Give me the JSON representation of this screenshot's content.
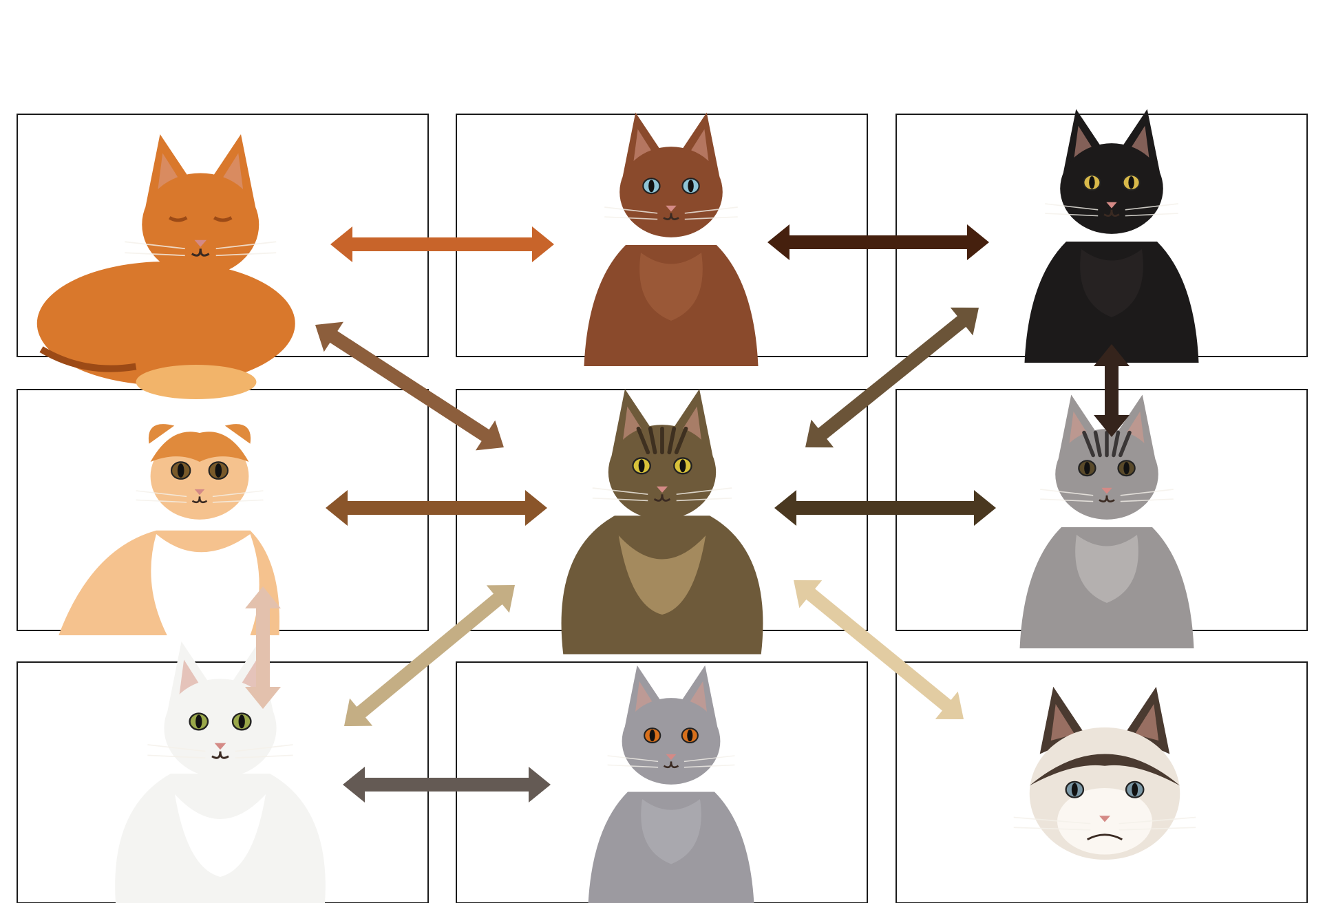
{
  "diagram": {
    "nodes": [
      {
        "id": "orange-tabby",
        "icon": "orange-tabby-cat-photo",
        "palette": {
          "body": "#d9782c",
          "dark": "#9c4a16",
          "light": "#f2b46a",
          "eye": "#c98a2c"
        }
      },
      {
        "id": "burmese",
        "icon": "brown-burmese-cat-photo",
        "palette": {
          "body": "#8a4a2c",
          "dark": "#4a2214",
          "light": "#b8744e",
          "eye": "#8fc4d6"
        }
      },
      {
        "id": "black-cat",
        "icon": "black-cat-photo",
        "palette": {
          "body": "#1c1a1a",
          "dark": "#0a0a0a",
          "light": "#3a3535",
          "eye": "#d8b94a"
        }
      },
      {
        "id": "scottish-fold",
        "icon": "orange-white-scottish-fold-kitten-photo",
        "palette": {
          "body": "#ffffff",
          "dark": "#e08a3c",
          "light": "#f5c28e",
          "eye": "#7a5a2a"
        }
      },
      {
        "id": "maine-coon",
        "icon": "maine-coon-cat-photo",
        "palette": {
          "body": "#6e5a3a",
          "dark": "#3e3020",
          "light": "#a48a5e",
          "eye": "#d8c23a"
        }
      },
      {
        "id": "silver-tabby",
        "icon": "silver-tabby-cat-photo",
        "palette": {
          "body": "#9a9696",
          "dark": "#3a3636",
          "light": "#e4e2e0",
          "eye": "#5a4a2a"
        }
      },
      {
        "id": "white-cat",
        "icon": "white-angora-cat-photo",
        "palette": {
          "body": "#f4f4f2",
          "dark": "#d8d8d4",
          "light": "#ffffff",
          "eye": "#9aa84a"
        }
      },
      {
        "id": "british-shorthair",
        "icon": "grey-british-shorthair-cat-photo",
        "palette": {
          "body": "#9c9aa0",
          "dark": "#6e6c72",
          "light": "#c4c2c8",
          "eye": "#d8701c"
        }
      },
      {
        "id": "grumpy-cat",
        "icon": "grumpy-cat-face-photo",
        "palette": {
          "body": "#ece4da",
          "dark": "#4a3a30",
          "light": "#fbf7f2",
          "eye": "#7a96a4"
        }
      }
    ],
    "connections": [
      {
        "from": "orange-tabby",
        "to": "burmese",
        "color": "#c8642a"
      },
      {
        "from": "burmese",
        "to": "black-cat",
        "color": "#45200e"
      },
      {
        "from": "orange-tabby",
        "to": "maine-coon",
        "color": "#8c5e3c"
      },
      {
        "from": "black-cat",
        "to": "maine-coon",
        "color": "#6b5438"
      },
      {
        "from": "black-cat",
        "to": "silver-tabby",
        "color": "#35241c"
      },
      {
        "from": "scottish-fold",
        "to": "maine-coon",
        "color": "#8a552a"
      },
      {
        "from": "maine-coon",
        "to": "silver-tabby",
        "color": "#4a3820"
      },
      {
        "from": "scottish-fold",
        "to": "white-cat",
        "color": "#e3c1ad"
      },
      {
        "from": "white-cat",
        "to": "maine-coon",
        "color": "#c4ae84"
      },
      {
        "from": "maine-coon",
        "to": "grumpy-cat",
        "color": "#e2cca2"
      },
      {
        "from": "white-cat",
        "to": "british-shorthair",
        "color": "#645a54"
      }
    ]
  }
}
